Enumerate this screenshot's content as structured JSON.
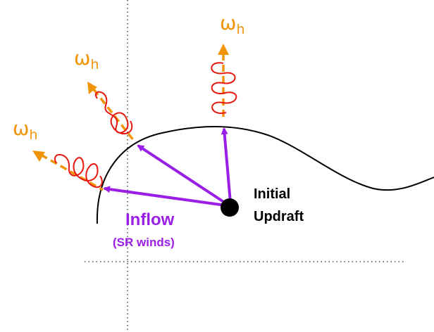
{
  "labels": {
    "omega": "ω",
    "omega_sub": "h",
    "inflow": "Inflow",
    "sr_winds": "(SR winds)",
    "updraft_line1": "Initial",
    "updraft_line2": "Updraft"
  },
  "colors": {
    "vorticity": "#f0950a",
    "coil": "#e8180f",
    "inflow": "#9a1fe6",
    "curve": "#000000",
    "grid": "#777777"
  }
}
